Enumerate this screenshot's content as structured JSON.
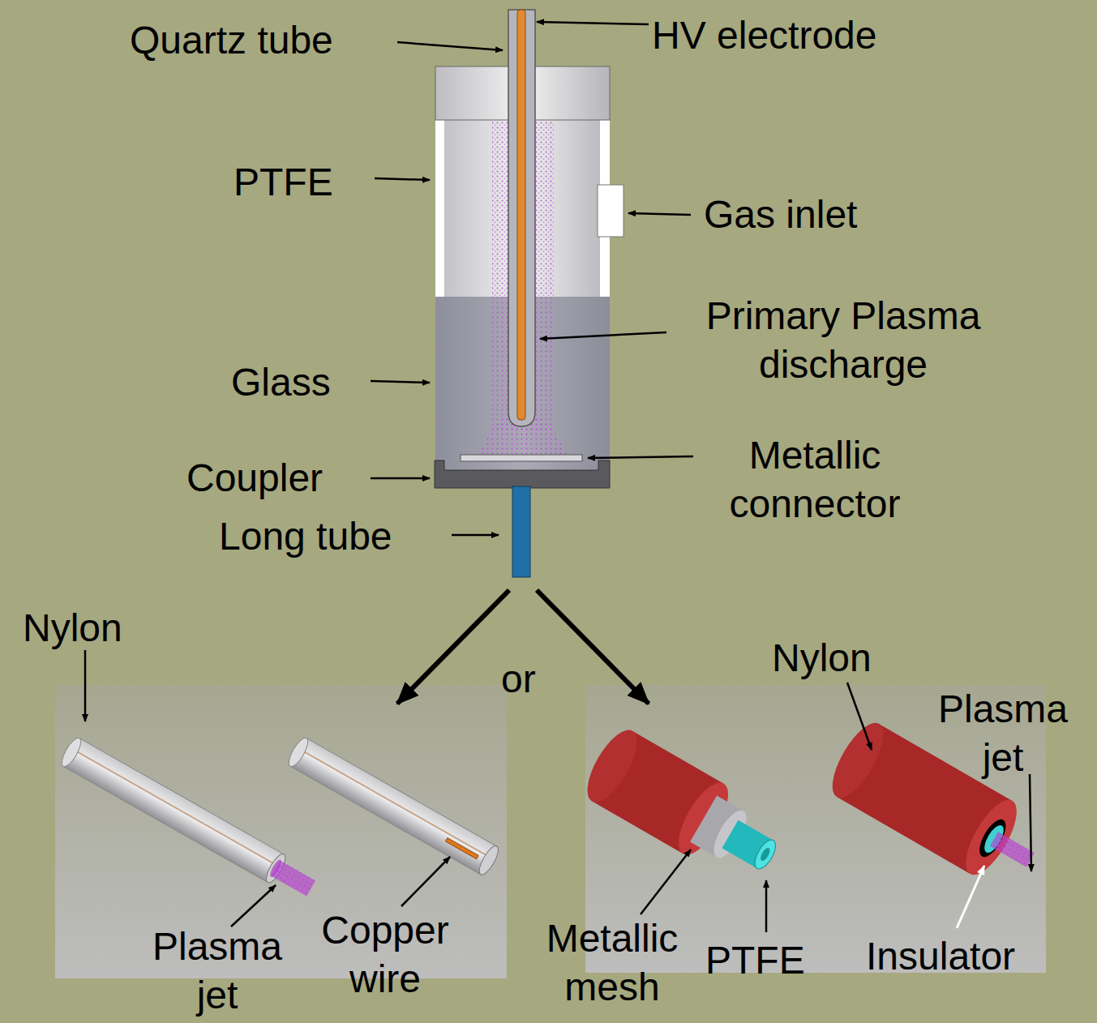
{
  "diagram": {
    "labels": [
      "Quartz tube",
      "HV electrode",
      "PTFE",
      "Gas inlet",
      "Primary Plasma discharge",
      "Glass",
      "Coupler",
      "Metallic connector",
      "Long tube",
      "Nylon",
      "or",
      "Plasma jet",
      "Copper wire",
      "Metallic mesh",
      "PTFE",
      "Nylon",
      "Plasma jet",
      "Insulator"
    ]
  }
}
